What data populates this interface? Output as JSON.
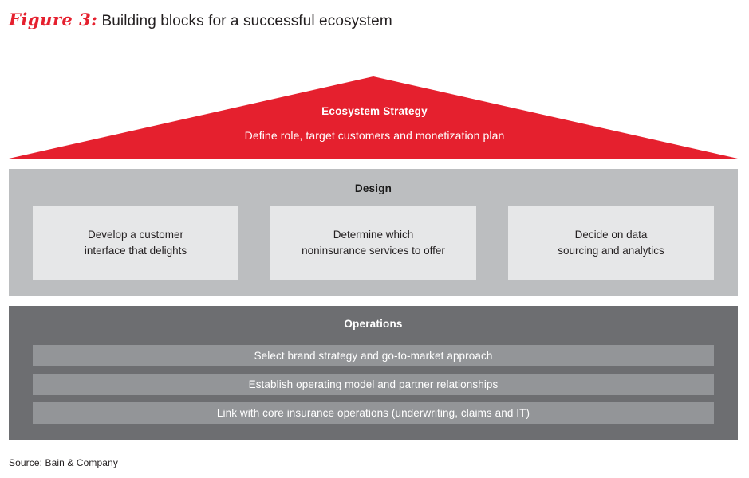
{
  "figure": {
    "label": "Figure 3:",
    "title": "Building blocks for a successful ecosystem"
  },
  "roof": {
    "name": "Ecosystem Strategy",
    "description": "Define role, target customers and monetization plan",
    "color": "#e5202e"
  },
  "design": {
    "title": "Design",
    "background": "#bcbec0",
    "box_color": "#e6e7e8",
    "boxes": [
      {
        "text": "Develop a customer\ninterface that delights"
      },
      {
        "text": "Determine which\nnoninsurance services to offer"
      },
      {
        "text": "Decide on data\nsourcing and analytics"
      }
    ]
  },
  "operations": {
    "title": "Operations",
    "background": "#6d6e71",
    "bar_color": "#939598",
    "bars": [
      {
        "text": "Select brand strategy and go-to-market approach"
      },
      {
        "text": "Establish operating model and partner relationships"
      },
      {
        "text": "Link with core insurance operations (underwriting, claims and IT)"
      }
    ]
  },
  "source": "Source: Bain & Company"
}
